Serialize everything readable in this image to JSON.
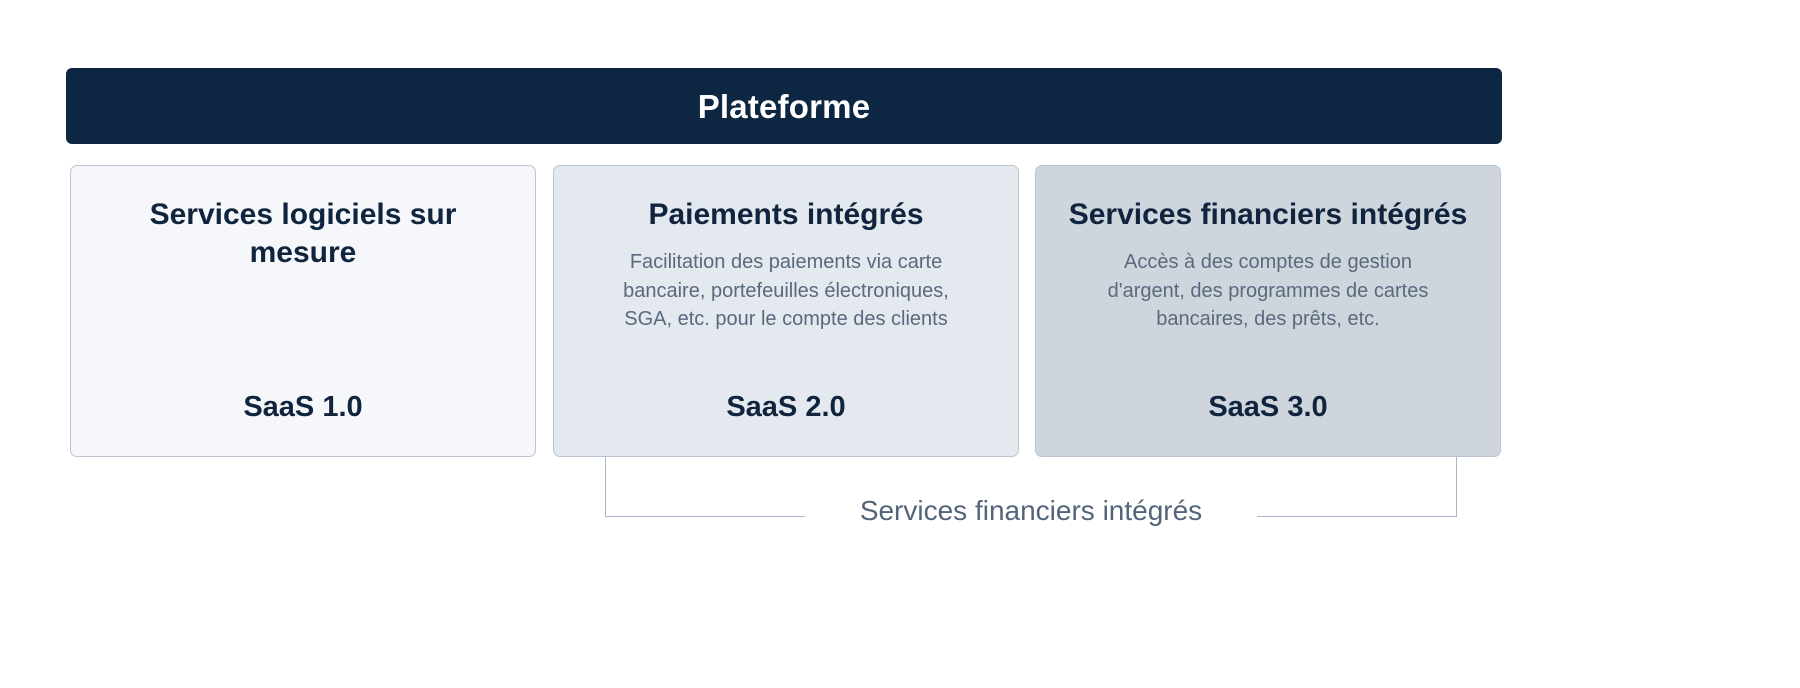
{
  "header": {
    "title": "Plateforme",
    "background_color": "#0d2642",
    "text_color": "#ffffff"
  },
  "cards": [
    {
      "title": "Services logiciels sur mesure",
      "body": "",
      "footer": "SaaS 1.0",
      "background_color": "#f5f7fa",
      "border_color": "#b9c4d2"
    },
    {
      "title": "Paiements intégrés",
      "body": "Facilitation des paiements via carte bancaire, portefeuilles électroniques, SGA, etc. pour le compte des clients",
      "footer": "SaaS 2.0",
      "background_color": "#e4e8ef",
      "border_color": "#b9c4d2"
    },
    {
      "title": "Services financiers intégrés",
      "body": "Accès à des comptes de gestion d'argent, des programmes de cartes bancaires, des prêts, etc.",
      "footer": "SaaS 3.0",
      "background_color": "#ced5dd",
      "border_color": "#b9c4d2"
    }
  ],
  "bracket": {
    "label": "Services financiers intégrés",
    "line_color": "#a8b6c8",
    "text_color": "#54657a"
  },
  "colors": {
    "page_background": "#ffffff",
    "title_text": "#10243d",
    "body_text": "#5a6a7e"
  }
}
